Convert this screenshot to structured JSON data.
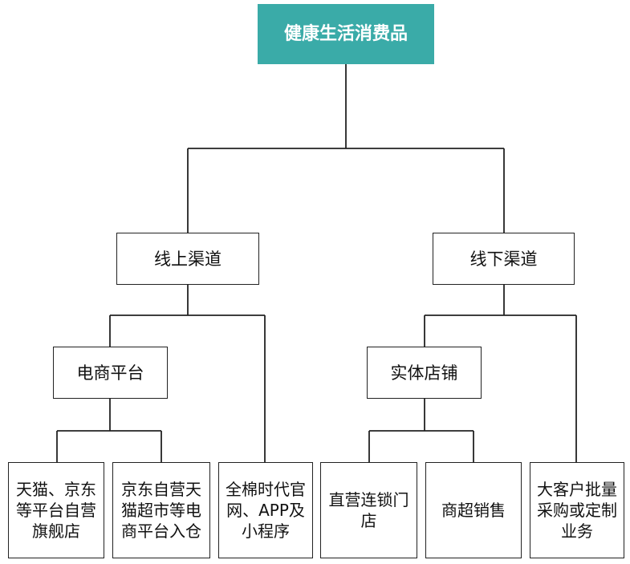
{
  "root": {
    "label": "健康生活消费品"
  },
  "online": {
    "label": "线上渠道",
    "ecommerce": {
      "label": "电商平台"
    },
    "leaf_tmall_jd": "天猫、京东等平台自营旗舰店",
    "leaf_jd_self": "京东自营天猫超市等电商平台入仓",
    "leaf_official": "全棉时代官网、APP及小程序"
  },
  "offline": {
    "label": "线下渠道",
    "store": {
      "label": "实体店铺"
    },
    "leaf_direct": "直营连锁门店",
    "leaf_supermarket": "商超销售",
    "leaf_bulk": "大客户批量采购或定制业务"
  },
  "colors": {
    "root_fill": "#3aaba8",
    "line": "#222222"
  }
}
